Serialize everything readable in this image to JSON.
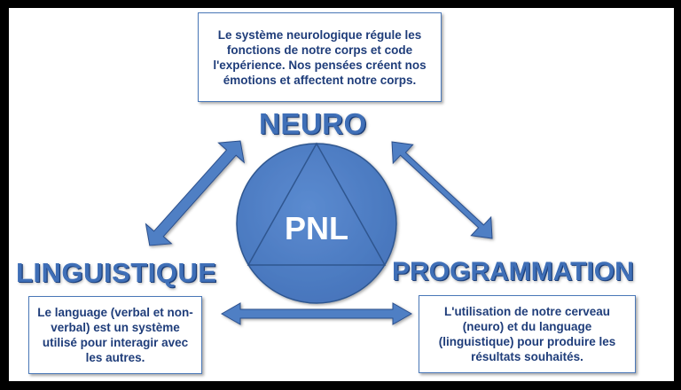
{
  "diagram": {
    "center_label": "PNL",
    "terms": {
      "neuro": "NEURO",
      "linguistique": "LINGUISTIQUE",
      "programmation": "PROGRAMMATION"
    },
    "descriptions": {
      "neuro": "Le système neurologique régule les fonctions de notre corps et code l'expérience. Nos pensées créent nos émotions et affectent notre corps.",
      "linguistique": "Le language (verbal et non-verbal) est un système utilisé pour interagir avec les autres.",
      "programmation": "L'utilisation de notre cerveau (neuro) et du language (linguistique) pour produire les résultats souhaités."
    },
    "colors": {
      "primary": "#4f7fc4",
      "dark": "#2c4f8c",
      "text": "#1f3d7a"
    }
  }
}
